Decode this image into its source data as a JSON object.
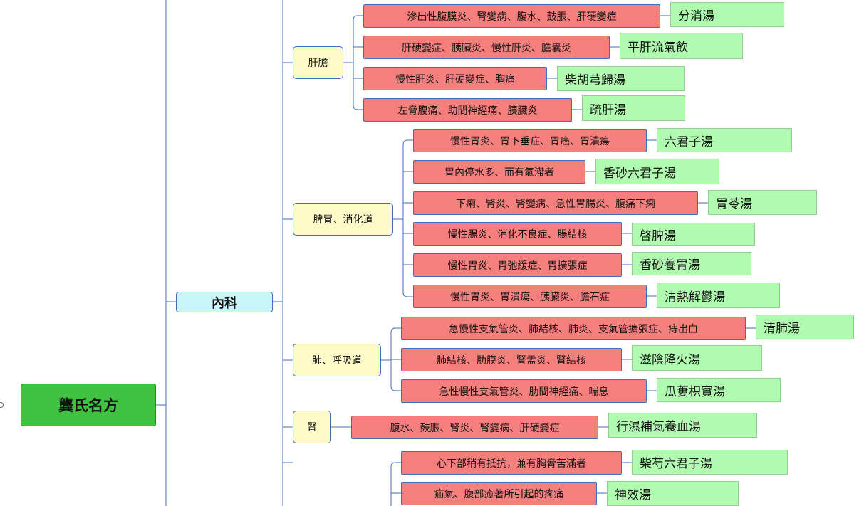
{
  "root": {
    "label": "龔氏名方"
  },
  "branch": {
    "label": "內科"
  },
  "categories": [
    {
      "label": "肝膽"
    },
    {
      "label": "脾胃、消化道"
    },
    {
      "label": "肺、呼吸道"
    },
    {
      "label": "腎"
    }
  ],
  "items": [
    {
      "disease": "滲出性腹膜炎、腎變病、腹水、鼓脹、肝硬變症",
      "formula": "分消湯"
    },
    {
      "disease": "肝硬變症、胰臟炎、慢性肝炎、膽囊炎",
      "formula": "平肝流氣飲"
    },
    {
      "disease": "慢性肝炎、肝硬變症、胸痛",
      "formula": "柴胡芎歸湯"
    },
    {
      "disease": "左脅腹痛、助間神經痛、胰臟炎",
      "formula": "疏肝湯"
    },
    {
      "disease": "慢性胃炎、胃下垂症、胃癌、胃潰瘍",
      "formula": "六君子湯"
    },
    {
      "disease": "胃內停水多、而有氣滯者",
      "formula": "香砂六君子湯"
    },
    {
      "disease": "下痢、腎炎、腎變病、急性胃腸炎、腹痛下痢",
      "formula": "胃苓湯"
    },
    {
      "disease": "慢性腸炎、消化不良症、腸結核",
      "formula": "啓脾湯"
    },
    {
      "disease": "慢性胃炎、胃弛緩症、胃擴張症",
      "formula": "香砂養胃湯"
    },
    {
      "disease": "慢性胃炎、胃潰瘍、胰臟炎、膽石症",
      "formula": "清熱解鬱湯"
    },
    {
      "disease": "急慢性支氣管炎、肺結核、肺炎、支氣管擴張症、痔出血",
      "formula": "清肺湯"
    },
    {
      "disease": "肺結核、肋膜炎、腎盂炎、腎結核",
      "formula": "滋陰降火湯"
    },
    {
      "disease": "急性慢性支氣管炎、肋間神經痛、喘息",
      "formula": "瓜蔞枳實湯"
    },
    {
      "disease": "腹水、鼓脹、腎炎、腎變病、肝硬變症",
      "formula": "行濕補氣養血湯"
    },
    {
      "disease": "心下部稍有抵抗，兼有胸脅苦滿者",
      "formula": "柴芍六君子湯"
    },
    {
      "disease": "疝氣、腹部癒著所引起的疼痛",
      "formula": "神效湯"
    }
  ],
  "colors": {
    "root": "#3fc23f",
    "branch": "#c9f5fb",
    "category": "#fffbc9",
    "disease": "#f4807e",
    "formula": "#b1fbb1",
    "connector": "#3f6fb8"
  }
}
